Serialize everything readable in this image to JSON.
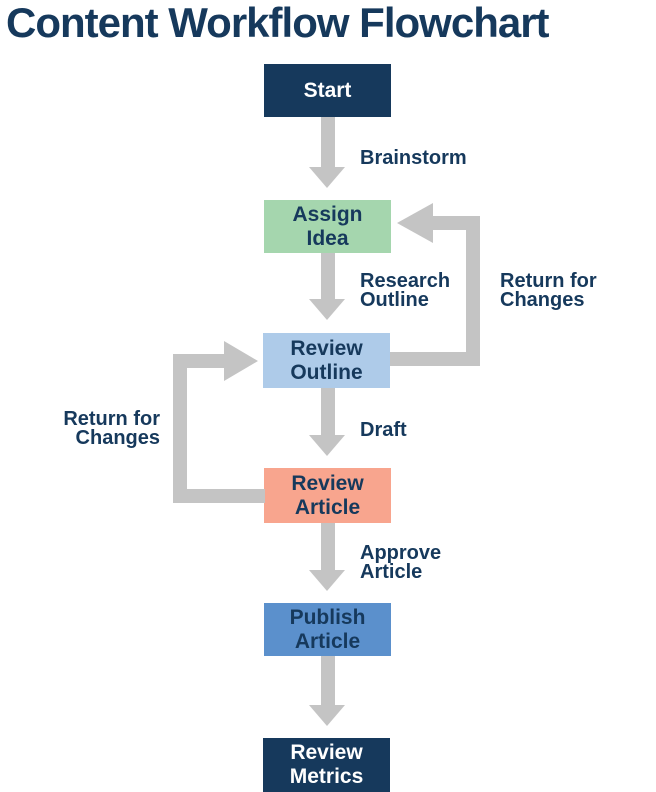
{
  "title": "Content Workflow Flowchart",
  "colors": {
    "navy": "#16395c",
    "green": "#a5d6ae",
    "light_blue": "#aecbe9",
    "salmon": "#f8a58e",
    "medium_blue": "#5b90cc",
    "arrow_gray": "#c4c4c4",
    "white_text": "#ffffff"
  },
  "nodes": {
    "start": {
      "line1": "Start",
      "line2": "",
      "color": "#16395c"
    },
    "assign_idea": {
      "line1": "Assign",
      "line2": "Idea",
      "color": "#a5d6ae"
    },
    "review_outline": {
      "line1": "Review",
      "line2": "Outline",
      "color": "#aecbe9"
    },
    "review_article": {
      "line1": "Review",
      "line2": "Article",
      "color": "#f8a58e"
    },
    "publish_article": {
      "line1": "Publish",
      "line2": "Article",
      "color": "#5b90cc"
    },
    "review_metrics": {
      "line1": "Review",
      "line2": "Metrics",
      "color": "#16395c"
    }
  },
  "edge_labels": {
    "brainstorm": {
      "line1": "Brainstorm",
      "line2": ""
    },
    "research_outline": {
      "line1": "Research",
      "line2": "Outline"
    },
    "draft": {
      "line1": "Draft",
      "line2": ""
    },
    "approve_article": {
      "line1": "Approve",
      "line2": "Article"
    },
    "return_right": {
      "line1": "Return for",
      "line2": "Changes"
    },
    "return_left": {
      "line1": "Return for",
      "line2": "Changes"
    }
  }
}
